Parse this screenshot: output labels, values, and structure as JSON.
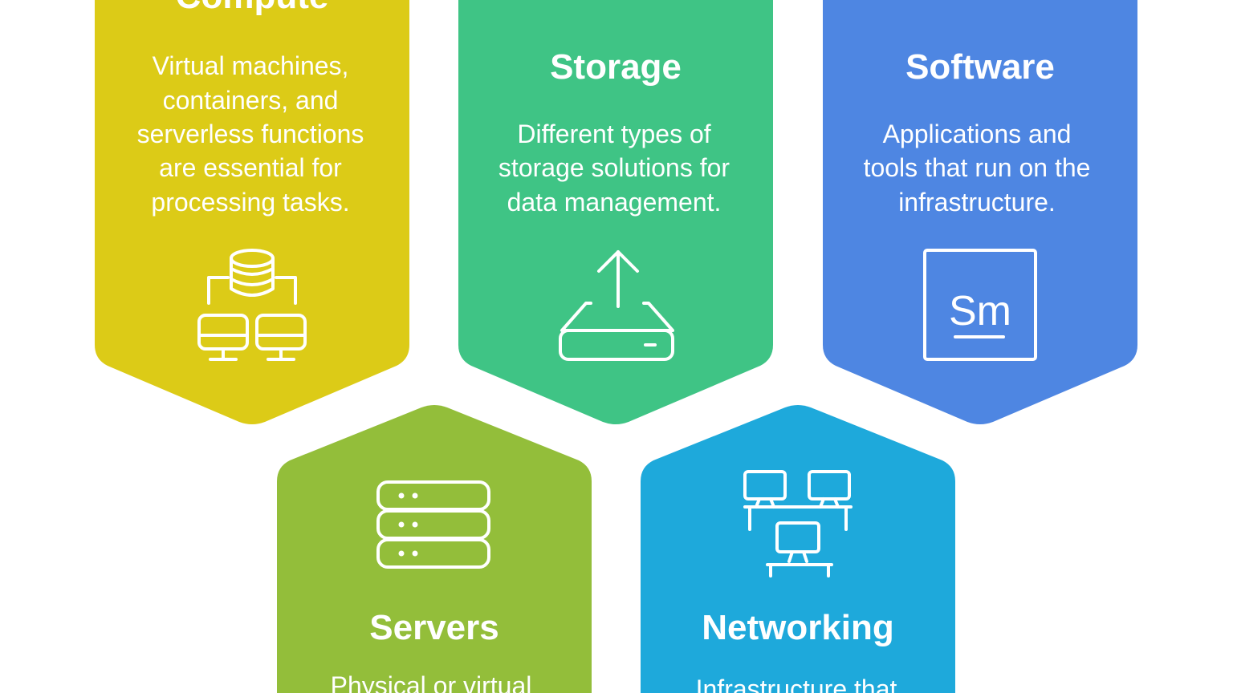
{
  "colors": {
    "compute": "#DCCB17",
    "storage": "#3FC485",
    "software": "#4E86E2",
    "servers": "#93BE3A",
    "networking": "#1EA9DB"
  },
  "cards": {
    "compute": {
      "title": "Compute",
      "desc": [
        "Virtual machines,",
        "containers, and",
        "serverless functions",
        "are essential for",
        "processing tasks."
      ],
      "icon": "database-computers-icon"
    },
    "storage": {
      "title": "Storage",
      "desc": [
        "Different types of",
        "storage solutions for",
        "data management."
      ],
      "icon": "upload-drive-icon"
    },
    "software": {
      "title": "Software",
      "desc": [
        "Applications and",
        "tools that run on the",
        "infrastructure."
      ],
      "icon": "software-sm-icon",
      "icon_text": "Sm"
    },
    "servers": {
      "title": "Servers",
      "desc": [
        "Physical or virtual"
      ],
      "icon": "server-rack-icon"
    },
    "networking": {
      "title": "Networking",
      "desc": [
        "Infrastructure that"
      ],
      "icon": "network-computers-icon"
    }
  }
}
